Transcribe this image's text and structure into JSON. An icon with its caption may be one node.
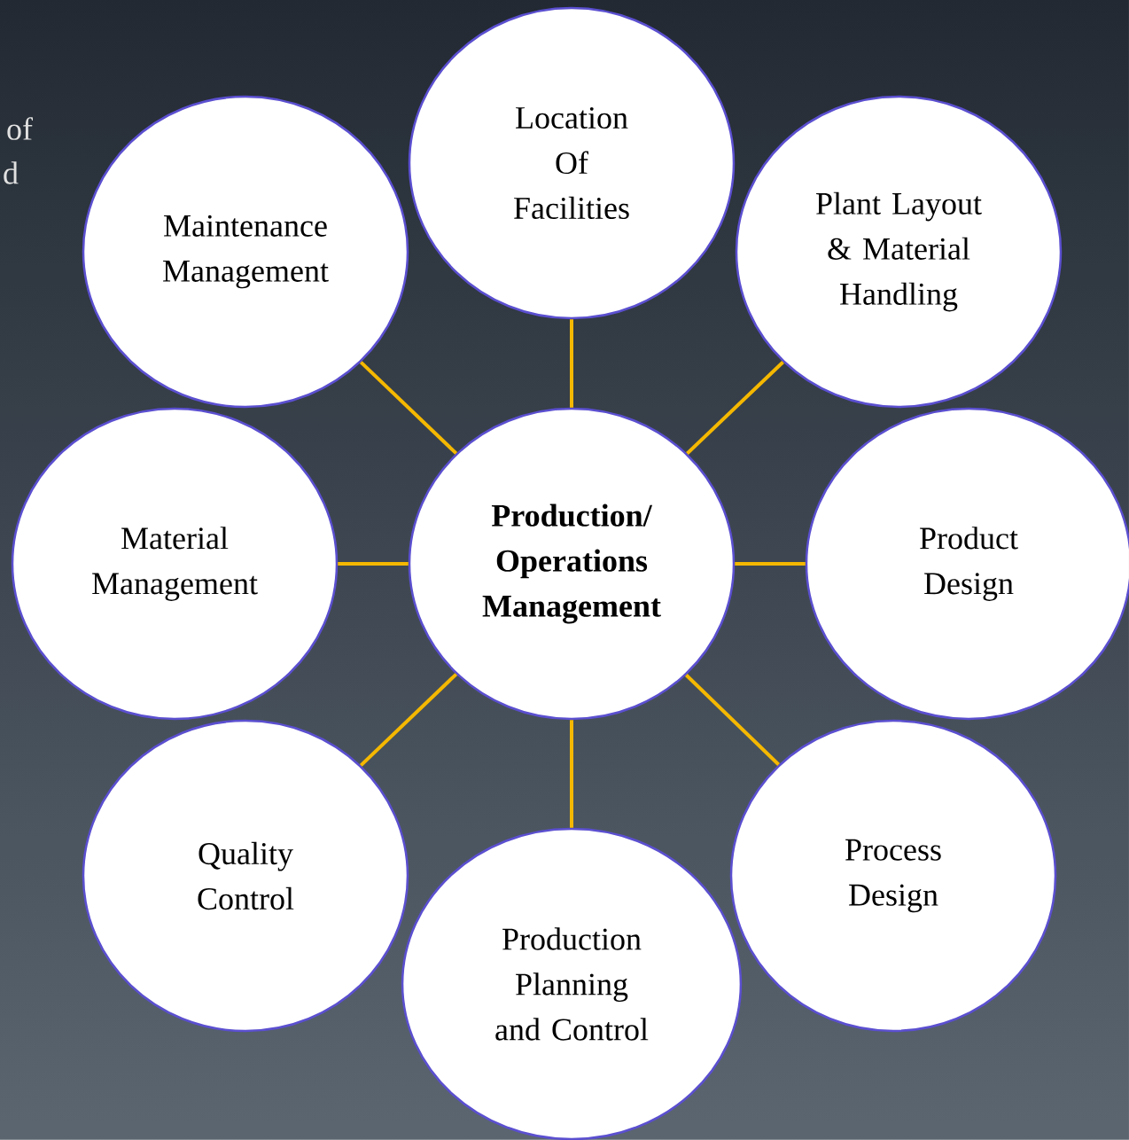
{
  "diagram": {
    "nodes": [
      {
        "text": [
          "**Production/ Operations Management**"
        ]
      },
      {
        "text": [
          "Location Of Facilities"
        ]
      },
      {
        "text": [
          "Plant Layout & Material Handling"
        ]
      },
      {
        "text": [
          "Product Design"
        ]
      },
      {
        "text": [
          "Process Design"
        ]
      },
      {
        "text": [
          "Production Planning and Control"
        ]
      },
      {
        "text": [
          "Quality Control"
        ]
      },
      {
        "text": [
          "Material Management"
        ]
      },
      {
        "text": [
          "Maintenance Management"
        ]
      }
    ],
    "edges": [
      {
        "from": 0,
        "to": 1,
        "arrow": "none"
      },
      {
        "from": 0,
        "to": 2,
        "arrow": "none"
      },
      {
        "from": 0,
        "to": 3,
        "arrow": "none"
      },
      {
        "from": 0,
        "to": 4,
        "arrow": "none"
      },
      {
        "from": 0,
        "to": 5,
        "arrow": "none"
      },
      {
        "from": 0,
        "to": 6,
        "arrow": "none"
      },
      {
        "from": 0,
        "to": 7,
        "arrow": "none"
      },
      {
        "from": 0,
        "to": 8,
        "arrow": "none"
      }
    ],
    "labels": [
      "of",
      "d"
    ]
  }
}
